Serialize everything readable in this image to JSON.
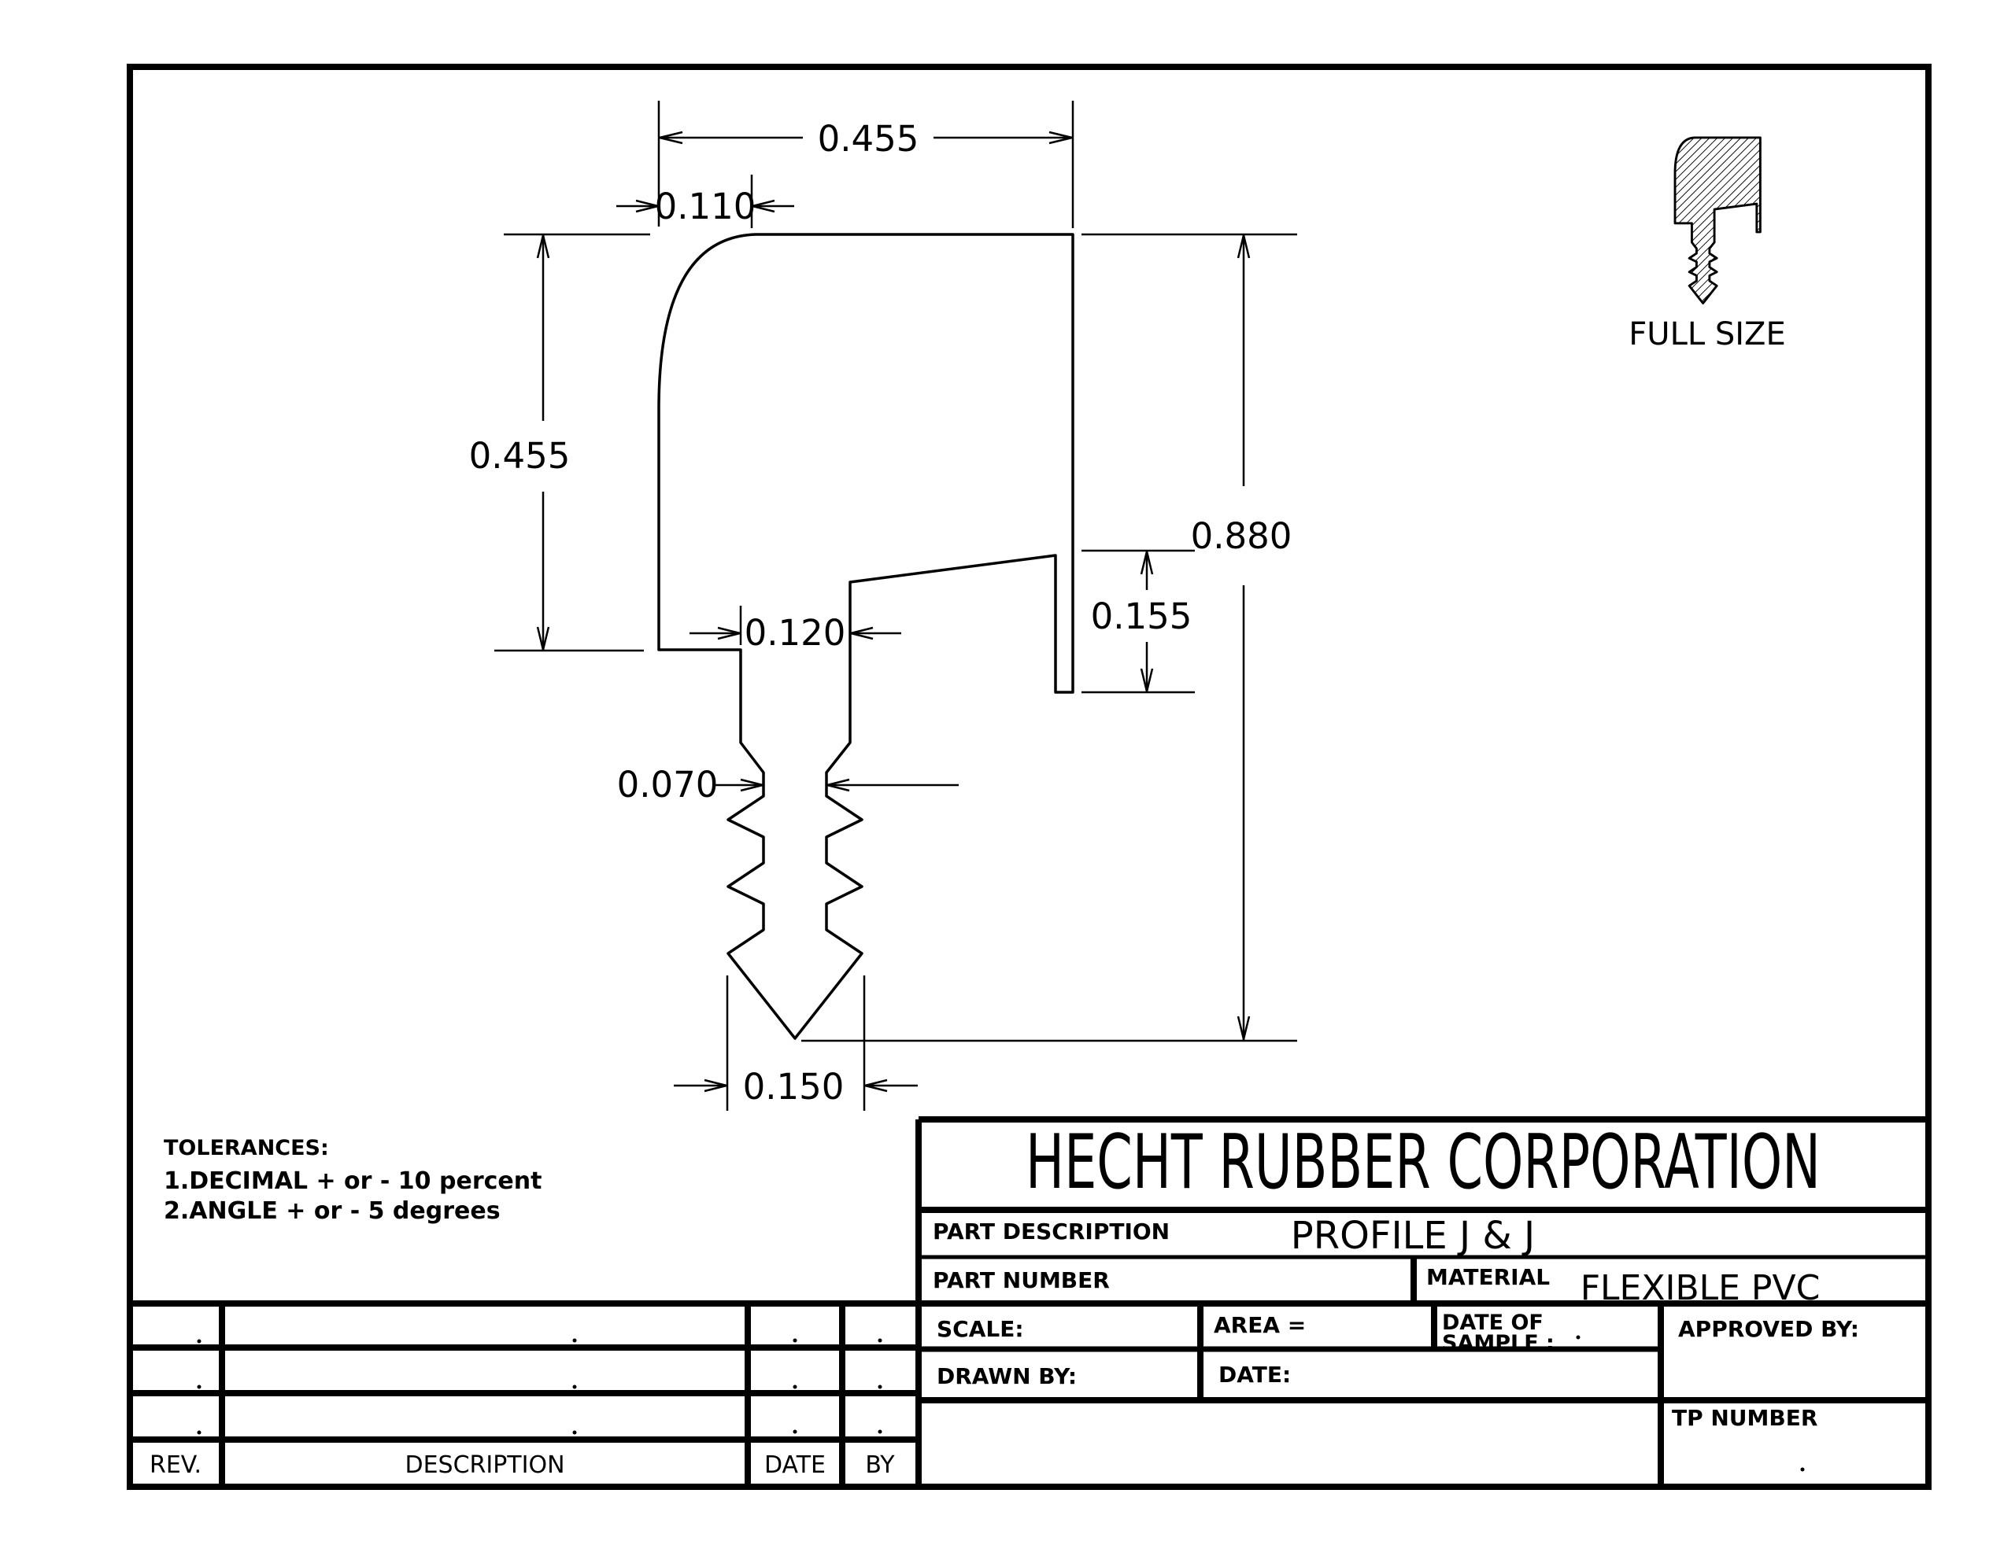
{
  "page": {
    "background": "#ffffff",
    "ink": "#000000"
  },
  "drawing": {
    "dimensions": {
      "top_width": "0.455",
      "left_leg_width": "0.110",
      "left_height": "0.455",
      "total_height": "0.880",
      "right_hook_depth": "0.155",
      "stem_width": "0.120",
      "neck_width": "0.070",
      "barb_width": "0.150"
    },
    "full_size_label": "FULL SIZE"
  },
  "tolerances": {
    "title": "TOLERANCES:",
    "line1": "1.DECIMAL + or - 10 percent",
    "line2": "2.ANGLE + or - 5 degrees"
  },
  "title_block": {
    "company": "HECHT RUBBER CORPORATION",
    "part_description_label": "PART DESCRIPTION",
    "part_description_value": "PROFILE  J & J",
    "part_number_label": "PART NUMBER",
    "material_label": "MATERIAL",
    "material_value": "FLEXIBLE PVC",
    "scale_label": "SCALE:",
    "area_label": "AREA =",
    "date_of_sample_line1": "DATE OF",
    "date_of_sample_line2": "SAMPLE :",
    "approved_by_label": "APPROVED BY:",
    "drawn_by_label": "DRAWN BY:",
    "date_label": "DATE:",
    "tp_number_label": "TP NUMBER"
  },
  "revision_table": {
    "headers": {
      "rev": "REV.",
      "description": "DESCRIPTION",
      "date": "DATE",
      "by": "BY"
    }
  }
}
